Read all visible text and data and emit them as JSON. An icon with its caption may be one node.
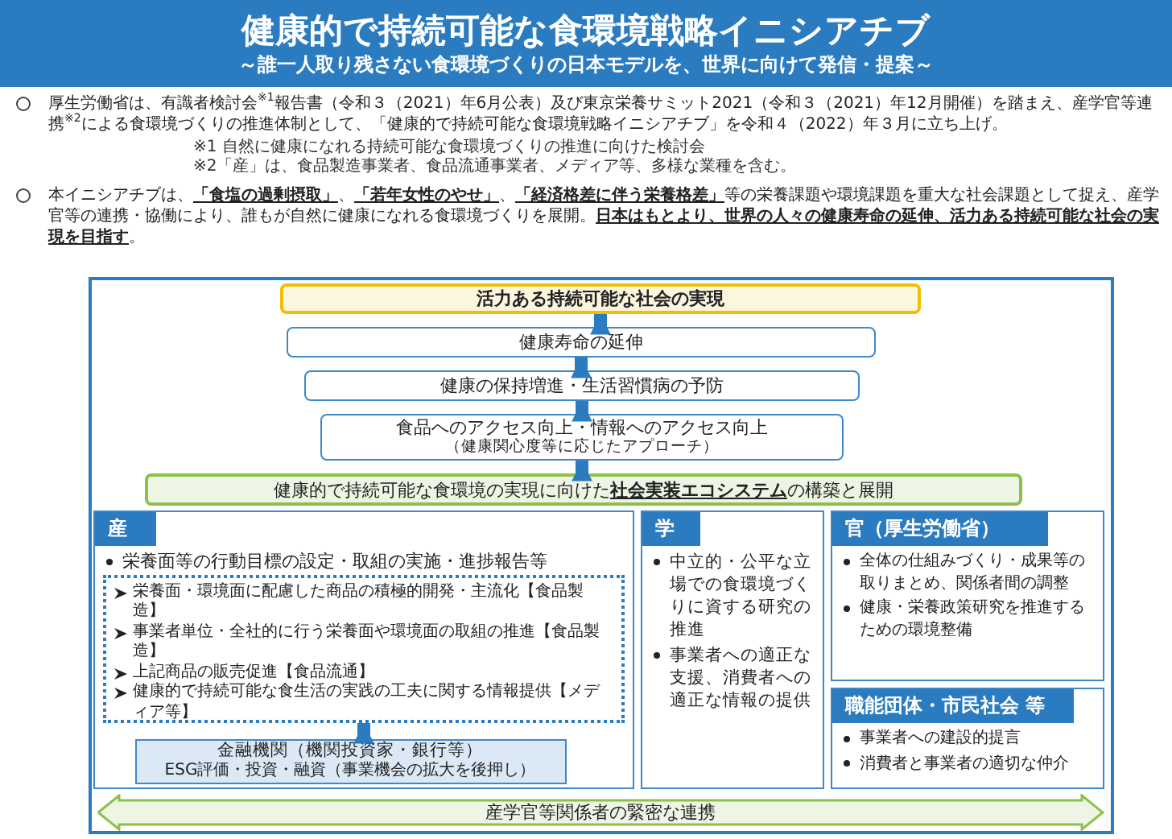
{
  "diagram": {
    "title": "健康的で持続可能な食環境戦略イニシアチブ",
    "nodes": [
      {
        "text": [
          "活力ある持続可能な社会の実現"
        ]
      },
      {
        "text": [
          "健康寿命の延伸"
        ]
      },
      {
        "text": [
          "健康の保持増進・生活習慣病の予防"
        ]
      },
      {
        "text": [
          "食品へのアクセス向上・情報へのアクセス向上",
          "（健康関心度等に応じたアプローチ）"
        ]
      },
      {
        "text": [
          "健康的で持続可能な食環境の実現に向けた**社会実装エコシステム**の構築と展開"
        ]
      },
      {
        "text": [
          "産",
          "栄養面等の行動目標の設定・取組の実施・進捗報告等"
        ]
      },
      {
        "text": [
          "栄養面・環境面に配慮した商品の積極的開発・主流化【食品製造】",
          "事業者単位・全社的に行う栄養面や環境面の取組の推進【食品製造】",
          "上記商品の販売促進【食品流通】",
          "健康的で持続可能な食生活の実践の工夫に関する情報提供【メディア等】"
        ],
        "in": 5
      },
      {
        "text": [
          "金融機関（機関投資家・銀行等）",
          "ESG評価・投資・融資（事業機会の拡大を後押し）"
        ],
        "in": 5
      },
      {
        "text": [
          "学",
          "中立的・公平な立場での食環境づくりに資する研究の推進",
          "事業者への適正な支援、消費者への適正な情報の提供"
        ]
      },
      {
        "text": [
          "官（厚生労働省）",
          "全体の仕組みづくり・成果等の取りまとめ、関係者間の調整",
          "健康・栄養政策研究を推進するための環境整備"
        ]
      },
      {
        "text": [
          "職能団体・市民社会 等",
          "事業者への建設的提言",
          "消費者と事業者の適切な仲介"
        ]
      },
      {
        "text": [
          "産学官等関係者の緊密な連携"
        ]
      }
    ],
    "edges": [
      {
        "from": 1,
        "to": 0,
        "arrow": "to"
      },
      {
        "from": 2,
        "to": 1,
        "arrow": "to"
      },
      {
        "from": 3,
        "to": 2,
        "arrow": "to"
      },
      {
        "from": 4,
        "to": 3,
        "arrow": "to"
      },
      {
        "from": 7,
        "to": 6,
        "arrow": "to"
      }
    ],
    "labels": [
      "～誰一人取り残さない食環境づくりの日本モデルを、世界に向けて発信・提案～",
      "厚生労働省は、有識者検討会$^{※1}$報告書（令和３（2021）年6月公表）及び東京栄養サミット2021（令和３（2021）年12月開催）を踏まえ、産学官等連携$^{※2}$による食環境づくりの推進体制として、「健康的で持続可能な食環境戦略イニシアチブ」を令和４（2022）年３月に立ち上げ。",
      "※1 自然に健康になれる持続可能な食環境づくりの推進に向けた検討会",
      "※2「産」は、食品製造事業者、食品流通事業者、メディア等、多様な業種を含む。",
      "本イニシアチブは、**「食塩の過剰摂取」**、**「若年女性のやせ」**、**「経済格差に伴う栄養格差」**等の栄養課題や環境課題を重大な社会課題として捉え、産学官等の連携・協働により、誰もが自然に健康になれる食環境づくりを展開。**日本はもとより、世界の人々の健康寿命の延伸、活力ある持続可能な社会の実現を目指す**。"
    ]
  }
}
